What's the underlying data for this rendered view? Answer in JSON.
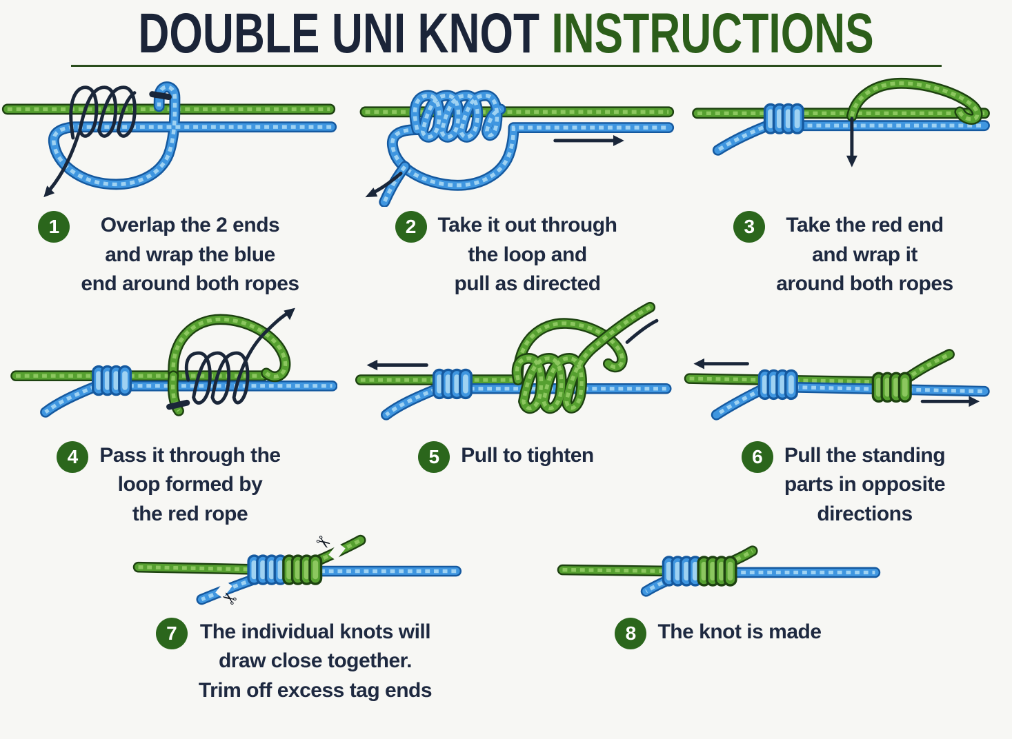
{
  "title": {
    "main": "DOUBLE UNI KNOT",
    "accent": "INSTRUCTIONS"
  },
  "colors": {
    "background": "#f7f7f4",
    "title_main": "#1b2438",
    "title_accent": "#2c5e1a",
    "underline": "#2a4d1c",
    "badge_background": "#2b661c",
    "badge_text": "#ffffff",
    "caption_text": "#1e2940",
    "rope_green": "#56a030",
    "rope_green_outline": "#1d4210",
    "rope_green_highlight": "#8cc75f",
    "rope_blue": "#3f96e0",
    "rope_blue_outline": "#15599f",
    "rope_blue_highlight": "#9fd2f2",
    "arrow": "#1a2639"
  },
  "steps": [
    {
      "number": "1",
      "lines": [
        "Overlap the 2 ends",
        "and wrap the blue",
        "end around both ropes"
      ]
    },
    {
      "number": "2",
      "lines": [
        "Take it out through",
        "the loop and",
        "pull as directed"
      ]
    },
    {
      "number": "3",
      "lines": [
        "Take the red end",
        "and wrap it",
        "around both ropes"
      ]
    },
    {
      "number": "4",
      "lines": [
        "Pass it through the",
        "loop formed by",
        "the red rope"
      ]
    },
    {
      "number": "5",
      "lines": [
        "Pull to tighten"
      ]
    },
    {
      "number": "6",
      "lines": [
        "Pull the standing",
        "parts in opposite",
        "directions"
      ]
    },
    {
      "number": "7",
      "lines": [
        "The individual knots will",
        "draw close together.",
        "Trim off excess tag ends"
      ]
    },
    {
      "number": "8",
      "lines": [
        "The knot is made"
      ]
    }
  ]
}
